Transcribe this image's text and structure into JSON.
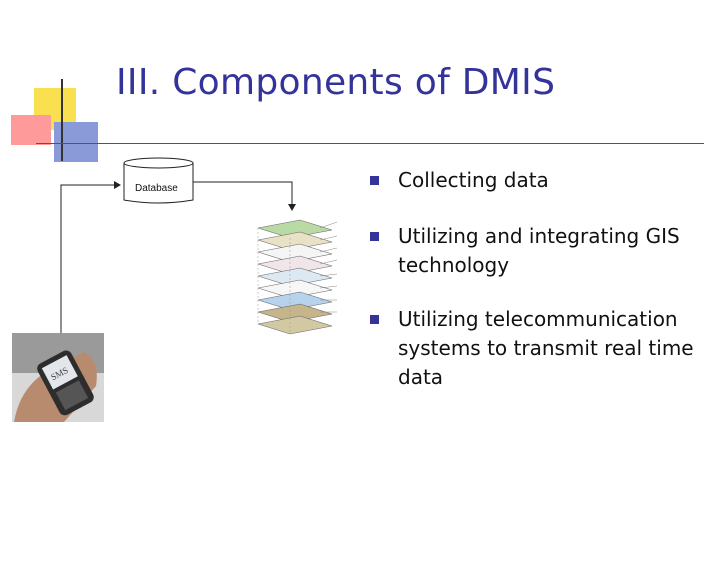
{
  "slide": {
    "title": "III. Components of DMIS",
    "bullets": [
      "Collecting data",
      "Utilizing and integrating GIS technology",
      "Utilizing telecommunication systems to transmit real time data"
    ]
  },
  "diagram": {
    "database_label": "Database",
    "sms_label": "SMS"
  },
  "colors": {
    "title": "#333399",
    "bullet": "#333399",
    "deco_yellow": "#f8e050",
    "deco_red": "#ff9a9a",
    "deco_blue": "#8a9ad8"
  }
}
